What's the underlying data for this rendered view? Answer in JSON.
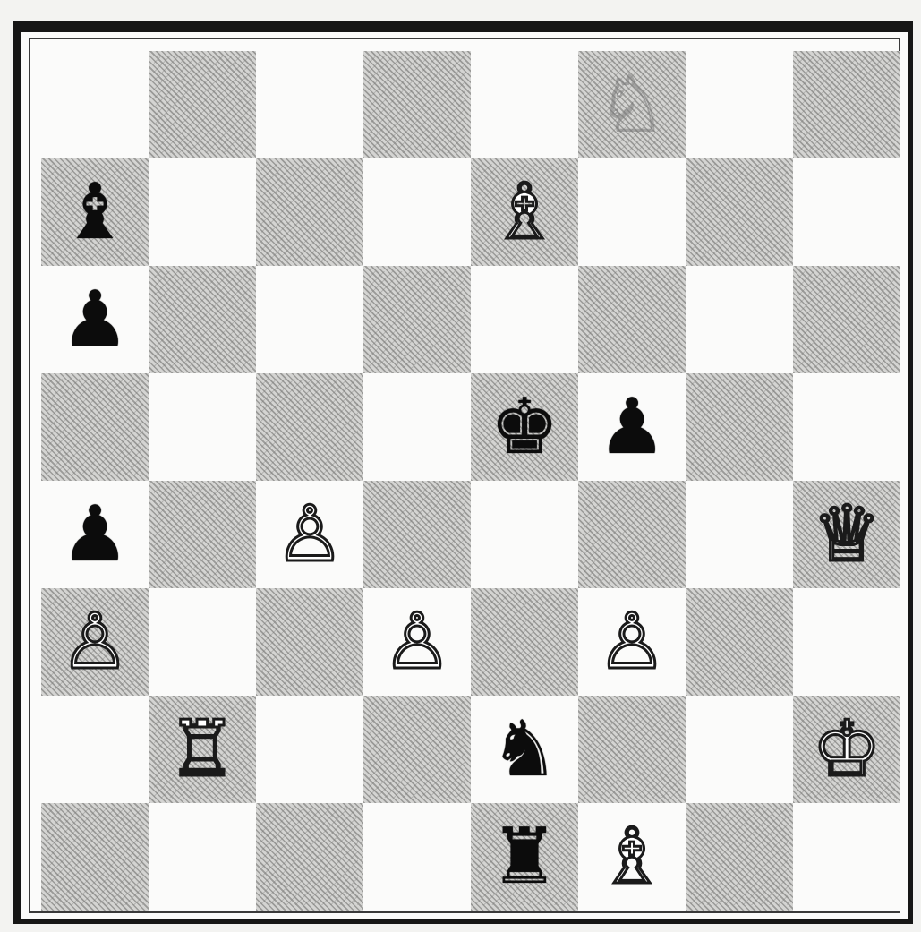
{
  "board": {
    "squares": [
      {
        "sq": "a8",
        "color": "light",
        "piece": null
      },
      {
        "sq": "b8",
        "color": "dark",
        "piece": null
      },
      {
        "sq": "c8",
        "color": "light",
        "piece": null
      },
      {
        "sq": "d8",
        "color": "dark",
        "piece": null
      },
      {
        "sq": "e8",
        "color": "light",
        "piece": null
      },
      {
        "sq": "f8",
        "color": "dark",
        "piece": {
          "type": "knight",
          "color": "white",
          "glyph": "♘",
          "faded": true
        }
      },
      {
        "sq": "g8",
        "color": "light",
        "piece": null
      },
      {
        "sq": "h8",
        "color": "dark",
        "piece": null
      },
      {
        "sq": "a7",
        "color": "dark",
        "piece": {
          "type": "bishop",
          "color": "black",
          "glyph": "♝"
        }
      },
      {
        "sq": "b7",
        "color": "light",
        "piece": null
      },
      {
        "sq": "c7",
        "color": "dark",
        "piece": null
      },
      {
        "sq": "d7",
        "color": "light",
        "piece": null
      },
      {
        "sq": "e7",
        "color": "dark",
        "piece": {
          "type": "bishop",
          "color": "white",
          "glyph": "♗"
        }
      },
      {
        "sq": "f7",
        "color": "light",
        "piece": null
      },
      {
        "sq": "g7",
        "color": "dark",
        "piece": null
      },
      {
        "sq": "h7",
        "color": "light",
        "piece": null
      },
      {
        "sq": "a6",
        "color": "light",
        "piece": {
          "type": "pawn",
          "color": "black",
          "glyph": "♟"
        }
      },
      {
        "sq": "b6",
        "color": "dark",
        "piece": null
      },
      {
        "sq": "c6",
        "color": "light",
        "piece": null
      },
      {
        "sq": "d6",
        "color": "dark",
        "piece": null
      },
      {
        "sq": "e6",
        "color": "light",
        "piece": null
      },
      {
        "sq": "f6",
        "color": "dark",
        "piece": null
      },
      {
        "sq": "g6",
        "color": "light",
        "piece": null
      },
      {
        "sq": "h6",
        "color": "dark",
        "piece": null
      },
      {
        "sq": "a5",
        "color": "dark",
        "piece": null
      },
      {
        "sq": "b5",
        "color": "light",
        "piece": null
      },
      {
        "sq": "c5",
        "color": "dark",
        "piece": null
      },
      {
        "sq": "d5",
        "color": "light",
        "piece": null
      },
      {
        "sq": "e5",
        "color": "dark",
        "piece": {
          "type": "king",
          "color": "black",
          "glyph": "♚"
        }
      },
      {
        "sq": "f5",
        "color": "light",
        "piece": {
          "type": "pawn",
          "color": "black",
          "glyph": "♟"
        }
      },
      {
        "sq": "g5",
        "color": "dark",
        "piece": null
      },
      {
        "sq": "h5",
        "color": "light",
        "piece": null
      },
      {
        "sq": "a4",
        "color": "light",
        "piece": {
          "type": "pawn",
          "color": "black",
          "glyph": "♟"
        }
      },
      {
        "sq": "b4",
        "color": "dark",
        "piece": null
      },
      {
        "sq": "c4",
        "color": "light",
        "piece": {
          "type": "pawn",
          "color": "white",
          "glyph": "♙"
        }
      },
      {
        "sq": "d4",
        "color": "dark",
        "piece": null
      },
      {
        "sq": "e4",
        "color": "light",
        "piece": null
      },
      {
        "sq": "f4",
        "color": "dark",
        "piece": null
      },
      {
        "sq": "g4",
        "color": "light",
        "piece": null
      },
      {
        "sq": "h4",
        "color": "dark",
        "piece": {
          "type": "queen",
          "color": "white",
          "glyph": "♕"
        }
      },
      {
        "sq": "a3",
        "color": "dark",
        "piece": {
          "type": "pawn",
          "color": "white",
          "glyph": "♙"
        }
      },
      {
        "sq": "b3",
        "color": "light",
        "piece": null
      },
      {
        "sq": "c3",
        "color": "dark",
        "piece": null
      },
      {
        "sq": "d3",
        "color": "light",
        "piece": {
          "type": "pawn",
          "color": "white",
          "glyph": "♙"
        }
      },
      {
        "sq": "e3",
        "color": "dark",
        "piece": null
      },
      {
        "sq": "f3",
        "color": "light",
        "piece": {
          "type": "pawn",
          "color": "white",
          "glyph": "♙"
        }
      },
      {
        "sq": "g3",
        "color": "dark",
        "piece": null
      },
      {
        "sq": "h3",
        "color": "light",
        "piece": null
      },
      {
        "sq": "a2",
        "color": "light",
        "piece": null
      },
      {
        "sq": "b2",
        "color": "dark",
        "piece": {
          "type": "rook",
          "color": "white",
          "glyph": "♖"
        }
      },
      {
        "sq": "c2",
        "color": "light",
        "piece": null
      },
      {
        "sq": "d2",
        "color": "dark",
        "piece": null
      },
      {
        "sq": "e2",
        "color": "light",
        "piece": {
          "type": "knight",
          "color": "black",
          "glyph": "♞"
        }
      },
      {
        "sq": "f2",
        "color": "dark",
        "piece": null
      },
      {
        "sq": "g2",
        "color": "light",
        "piece": null
      },
      {
        "sq": "h2",
        "color": "dark",
        "piece": {
          "type": "king",
          "color": "white",
          "glyph": "♔"
        }
      },
      {
        "sq": "a1",
        "color": "dark",
        "piece": null
      },
      {
        "sq": "b1",
        "color": "light",
        "piece": null
      },
      {
        "sq": "c1",
        "color": "dark",
        "piece": null
      },
      {
        "sq": "d1",
        "color": "light",
        "piece": null
      },
      {
        "sq": "e1",
        "color": "dark",
        "piece": {
          "type": "rook",
          "color": "black",
          "glyph": "♜"
        }
      },
      {
        "sq": "f1",
        "color": "light",
        "piece": {
          "type": "bishop",
          "color": "white",
          "glyph": "♗"
        }
      },
      {
        "sq": "g1",
        "color": "dark",
        "piece": null
      },
      {
        "sq": "h1",
        "color": "light",
        "piece": null
      }
    ]
  },
  "colors": {
    "frame": "#161616",
    "light_square": "#fbfbfa",
    "dark_square_hatch": "#9a9a98",
    "black_piece": "#0c0c0c",
    "white_piece_outline": "#1a1a1a"
  }
}
